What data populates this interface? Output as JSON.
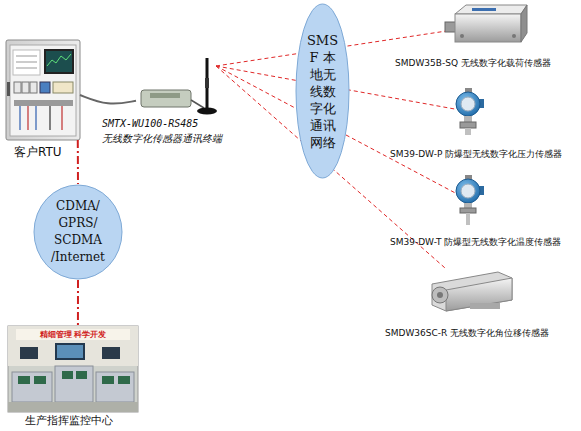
{
  "diagram": {
    "nodes": [
      {
        "text": [
          "客户RTU"
        ]
      },
      {
        "text": [
          "SMTX-WU100-RS485 无线数字化传感器通讯终端"
        ]
      },
      {
        "text": [
          "SMSF 本地无线数字化通讯网络"
        ]
      },
      {
        "text": [
          "SMDW35B-SQ 无线数字化载荷传感器"
        ]
      },
      {
        "text": [
          "CDMA/ GPRS/ SCDMA /Internet"
        ]
      },
      {
        "text": [
          "SM39-DW-P 防爆型无线数字化压力传感器"
        ]
      },
      {
        "text": [
          "SM39-DW-T 防爆型无线数字化温度传感器"
        ]
      },
      {
        "text": [
          "SMDW36SC-R 无线数字化角位移传感器"
        ]
      },
      {
        "text": [
          "生产指挥监控中心"
        ]
      }
    ],
    "edges": [
      {
        "from": 0,
        "to": 1,
        "arrow": "none"
      },
      {
        "from": 1,
        "to": 3,
        "arrow": "none"
      },
      {
        "from": 1,
        "to": 5,
        "arrow": "none"
      },
      {
        "from": 1,
        "to": 6,
        "arrow": "none"
      },
      {
        "from": 1,
        "to": 7,
        "arrow": "none"
      },
      {
        "from": 0,
        "to": 4,
        "arrow": "none"
      },
      {
        "from": 4,
        "to": 8,
        "arrow": "none"
      }
    ],
    "labels": [
      "精细管理 科学开发"
    ]
  }
}
